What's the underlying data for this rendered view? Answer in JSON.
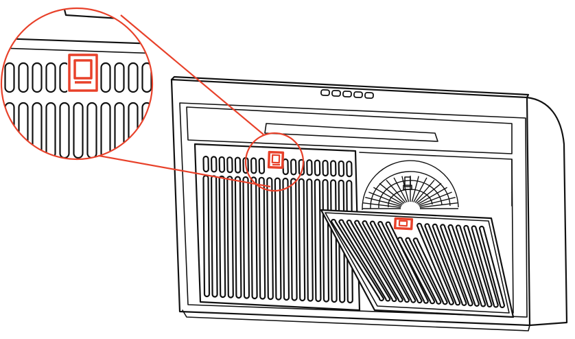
{
  "figure": {
    "subject": "range-hood-filter-release-latch",
    "colors": {
      "outline": "#111111",
      "highlight": "#e8412a",
      "background": "#ffffff"
    },
    "icons": {
      "latch": "filter-latch-icon",
      "fan": "fan-guard-icon"
    },
    "control_buttons_count": 5,
    "filter_count": 2,
    "callout_count": 1
  }
}
